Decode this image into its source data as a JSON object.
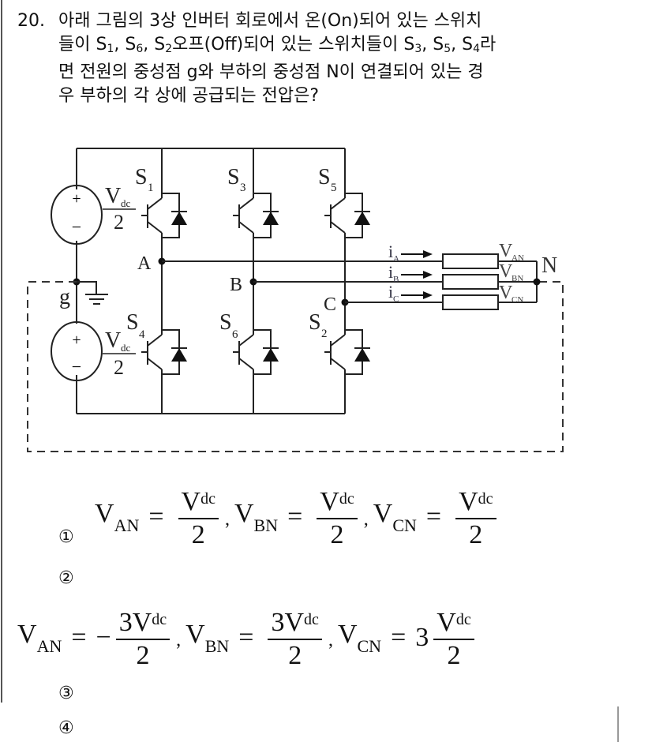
{
  "question": {
    "number": "20.",
    "lines": [
      "아래 그림의 3상 인버터 회로에서 온(On)되어 있는 스위치",
      "들이 S1, S6, S2오프(Off)되어 있는 스위치들이 S3, S5, S4라",
      "면 전원의 중성점 g와 부하의 중성점 N이 연결되어 있는 경",
      "우 부하의 각 상에 공급되는 전압은?"
    ],
    "line2_parts": {
      "p1": "들이 S",
      "s1": "1",
      "p2": ", S",
      "s6": "6",
      "p3": ", S",
      "s2": "2",
      "p4": "오프(Off)되어 있는 스위치들이 S",
      "s3": "3",
      "p5": ", S",
      "s5": "5",
      "p6": ", S",
      "s4": "4",
      "p7": "라"
    }
  },
  "diagram": {
    "source_label": "Vdc/2",
    "source_v": "V",
    "source_sub": "dc",
    "source_den": "2",
    "plus": "+",
    "minus": "−",
    "switches": [
      {
        "label": "S",
        "sub": "1"
      },
      {
        "label": "S",
        "sub": "3"
      },
      {
        "label": "S",
        "sub": "5"
      },
      {
        "label": "S",
        "sub": "4"
      },
      {
        "label": "S",
        "sub": "6"
      },
      {
        "label": "S",
        "sub": "2"
      }
    ],
    "nodes": {
      "A": "A",
      "B": "B",
      "C": "C",
      "g": "g",
      "N": "N"
    },
    "currents": [
      {
        "label": "i",
        "sub": "A"
      },
      {
        "label": "i",
        "sub": "B"
      },
      {
        "label": "i",
        "sub": "C"
      }
    ],
    "load_voltages": [
      {
        "label": "V",
        "sub": "AN"
      },
      {
        "label": "V",
        "sub": "BN"
      },
      {
        "label": "V",
        "sub": "CN"
      }
    ]
  },
  "options": [
    {
      "marker": "①",
      "terms": [
        {
          "lhs": "V",
          "lhs_sub": "AN",
          "sign": "",
          "coef": "",
          "num": "V",
          "num_sub": "dc",
          "den": "2"
        },
        {
          "lhs": "V",
          "lhs_sub": "BN",
          "sign": "",
          "coef": "",
          "num": "V",
          "num_sub": "dc",
          "den": "2"
        },
        {
          "lhs": "V",
          "lhs_sub": "CN",
          "sign": "",
          "coef": "",
          "num": "V",
          "num_sub": "dc",
          "den": "2"
        }
      ]
    },
    {
      "marker": "②",
      "terms": [
        {
          "lhs": "V",
          "lhs_sub": "AN",
          "sign": "−",
          "coef": "",
          "num": "3V",
          "num_sub": "dc",
          "den": "2"
        },
        {
          "lhs": "V",
          "lhs_sub": "BN",
          "sign": "",
          "coef": "",
          "num": "3V",
          "num_sub": "dc",
          "den": "2"
        },
        {
          "lhs": "V",
          "lhs_sub": "CN",
          "sign": "",
          "coef": "3",
          "num": "V",
          "num_sub": "dc",
          "den": "2"
        }
      ]
    },
    {
      "marker": "③",
      "terms": []
    },
    {
      "marker": "④",
      "terms": []
    }
  ],
  "symbols": {
    "eq": "=",
    "comma": ","
  }
}
